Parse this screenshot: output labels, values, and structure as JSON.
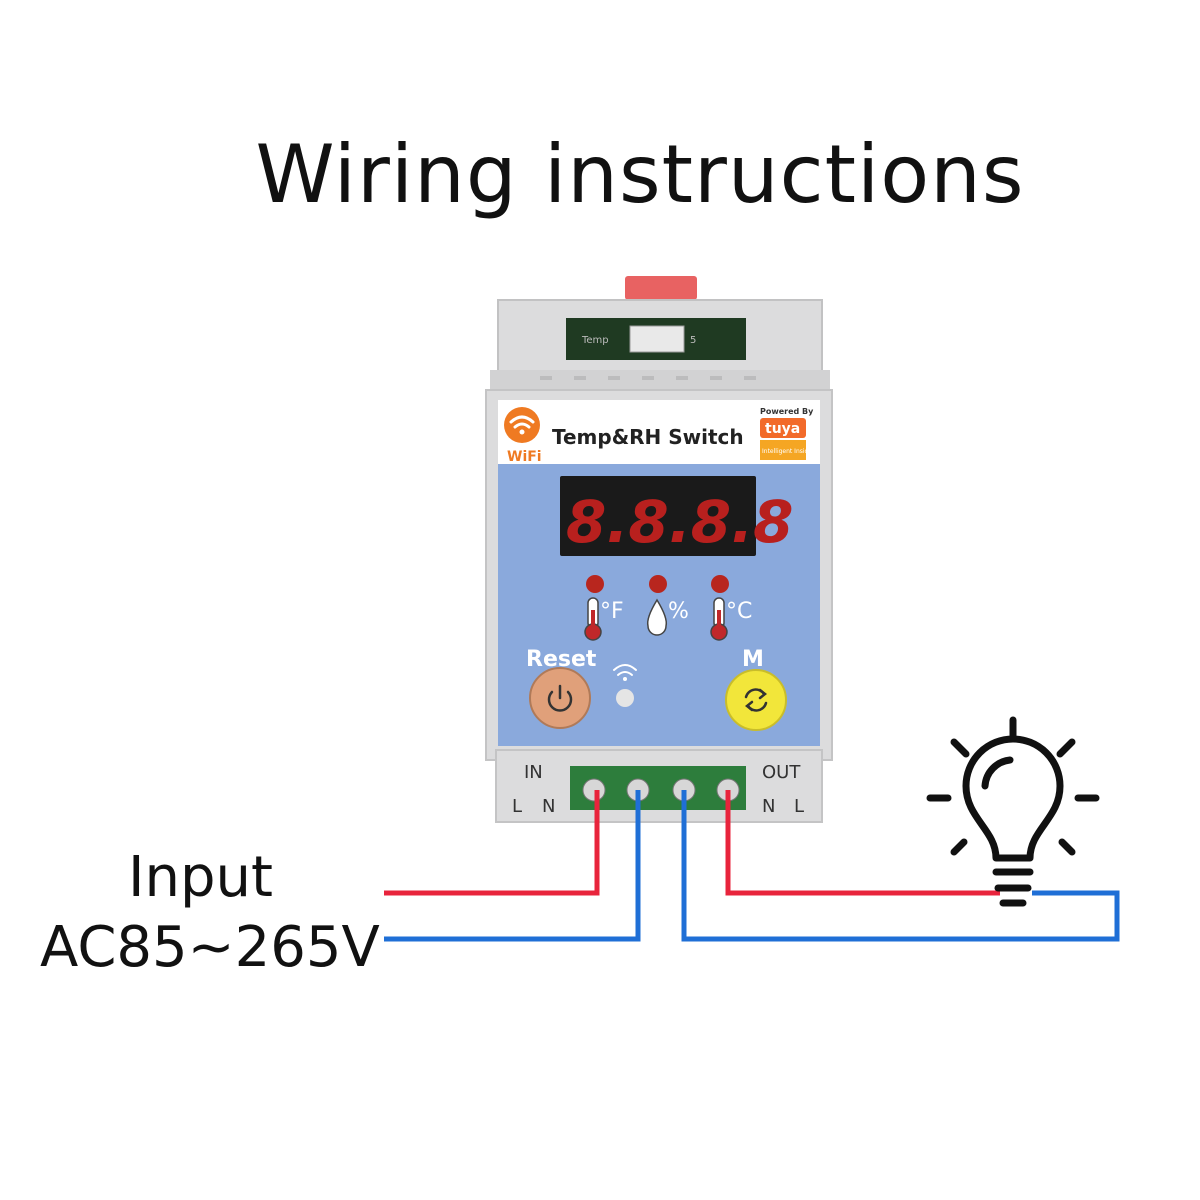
{
  "title": "Wiring instructions",
  "input_label": "Input",
  "voltage_label": "AC85~265V",
  "device": {
    "name": "Temp&RH Switch",
    "wifi_label": "WiFi",
    "powered_by": "Powered By",
    "brand": "tuya",
    "brand_sub": "Intelligent Inside",
    "sensor_label": "Temp",
    "sensor_label2": "5",
    "display": "8.8.8.8",
    "unit_f": "°F",
    "unit_rh": "%",
    "unit_c": "°C",
    "reset_label": "Reset",
    "mode_label": "M",
    "in_label": "IN",
    "out_label": "OUT",
    "in_l": "L",
    "in_n": "N",
    "out_n": "N",
    "out_l": "L"
  },
  "colors": {
    "live_wire": "#e8243c",
    "neutral_wire": "#1f6fd6",
    "panel": "#8aa9dc",
    "housing": "#d9dadb",
    "terminal_block": "#2d7d3c",
    "display_bg": "#1a1a1a",
    "led_segment": "#b8201e",
    "reset_button": "#e0a07a",
    "mode_button": "#f2e63a"
  },
  "icons": [
    "wifi-icon",
    "thermometer-icon",
    "droplet-icon",
    "power-icon",
    "refresh-icon",
    "light-bulb-icon"
  ]
}
